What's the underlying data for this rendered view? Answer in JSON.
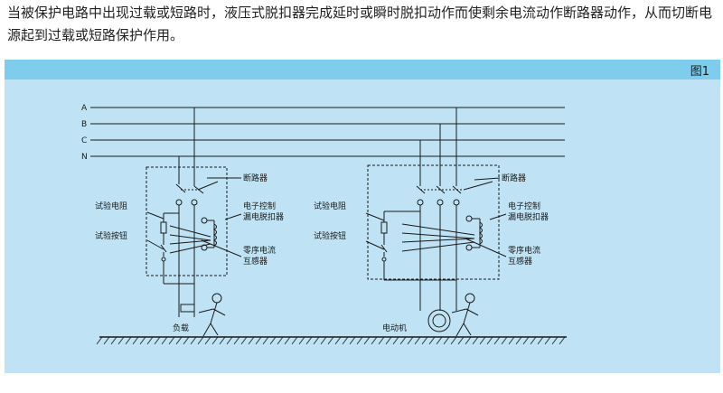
{
  "intro": {
    "text": "当被保护电路中出现过载或短路时，液压式脱扣器完成延时或瞬时脱扣动作而使剩余电流动作断路器动作，从而切断电源起到过载或短路保护作用。"
  },
  "figure": {
    "label": "图1",
    "bus_lines": [
      "A",
      "B",
      "C",
      "N"
    ],
    "left_unit": {
      "breaker": "断路器",
      "test_resistor": "试验电阻",
      "test_button": "试验按钮",
      "relay_line1": "电子控制",
      "relay_line2": "漏电脱扣器",
      "ct_line1": "零序电流",
      "ct_line2": "互感器",
      "load": "负载"
    },
    "right_unit": {
      "breaker": "断路器",
      "test_resistor": "试验电阻",
      "test_button": "试验按钮",
      "relay_line1": "电子控制",
      "relay_line2": "漏电脱扣器",
      "ct_line1": "零序电流",
      "ct_line2": "互感器",
      "motor": "电动机"
    },
    "colors": {
      "background": "#bfe3f4",
      "header_bar": "#7fcdec",
      "line": "#1a1a1a"
    }
  }
}
